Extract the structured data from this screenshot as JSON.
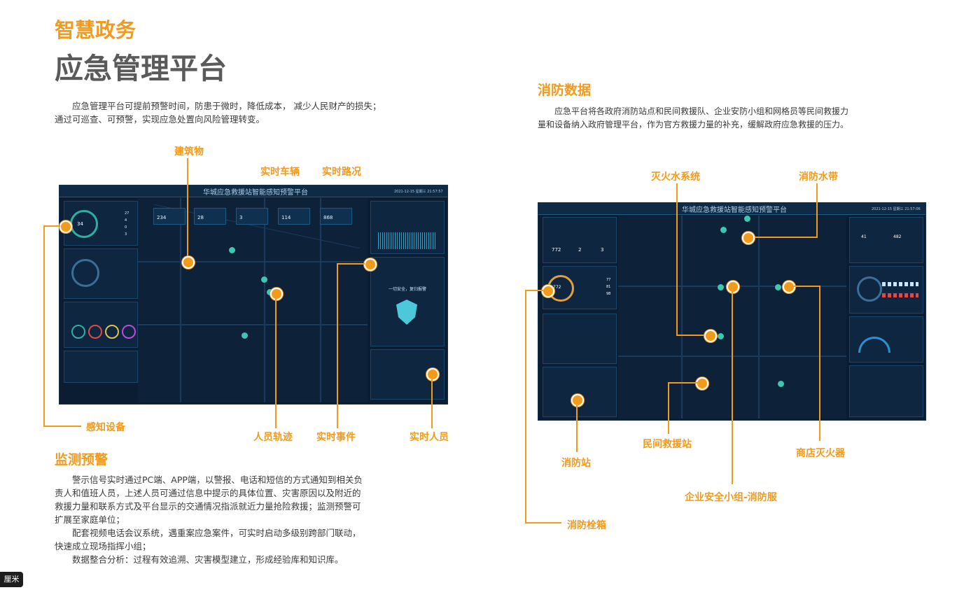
{
  "header": {
    "subtitle": "智慧政务",
    "title": "应急管理平台"
  },
  "intro": "应急管理平台可提前预警时间，防患于微时，降低成本， 减少人民财产的损失；通过可巡查、可预警，实现应急处置向风险管理转变。",
  "fire": {
    "title": "消防数据",
    "paragraph": "应急平台将各政府消防站点和民间救援队、企业安防小组和网格员等民间救援力量和设备纳入政府管理平台，作为官方救援力量的补充，缓解政府应急救援的压力。"
  },
  "monitor": {
    "title": "监测预警",
    "p1": "警示信号实时通过PC端、APP端，以警报、电话和短信的方式通知到相关负责人和值班人员，上述人员可通过信息中提示的具体位置、灾害原因以及附近的救援力量和联系方式及平台显示的交通情况指派就近力量抢险救援；监测预警可扩展至家庭单位；",
    "p2": "配套视频电话会议系统，遇重案应急案件，可实时启动多级别跨部门联动，快速成立现场指挥小组；",
    "p3": "数据整合分析：过程有效追溯、灾害模型建立，形成经验库和知识库。"
  },
  "left_labels": {
    "building": "建筑物",
    "vehicle": "实时车辆",
    "traffic": "实时路况",
    "sensor": "感知设备",
    "track": "人员轨迹",
    "event": "实时事件",
    "personnel": "实时人员"
  },
  "right_labels": {
    "hydrant_system": "灭火水系统",
    "hose": "消防水带",
    "station": "消防站",
    "rescue": "民间救援站",
    "extinguisher": "商店灭火器",
    "safety_suit": "企业安全小组-消防服",
    "cabinet": "消防栓箱"
  },
  "screen_left": {
    "title": "华城应急救援站智能感知预警平台",
    "kpis": [
      "234",
      "28",
      "3",
      "114",
      "868"
    ],
    "gauge_value": "34",
    "counts": [
      "27",
      "4",
      "0",
      "3"
    ],
    "card_text": "一切安全，复归报警",
    "datetime": "2021-12-15 星期三 21:57:57"
  },
  "screen_right": {
    "title": "华城应急救援站智能感知预警平台",
    "stats": [
      "772",
      "2",
      "3"
    ],
    "gauge_value": "772",
    "counts": [
      "77",
      "81",
      "98"
    ],
    "personnel": [
      "41",
      "482"
    ],
    "datetime": "2021-12-15 星期三 21:57:06"
  },
  "footer_tag": "厘米",
  "colors": {
    "accent": "#f29a1c",
    "screen_bg": "#0b1d33",
    "teal": "#2cb1a0"
  }
}
